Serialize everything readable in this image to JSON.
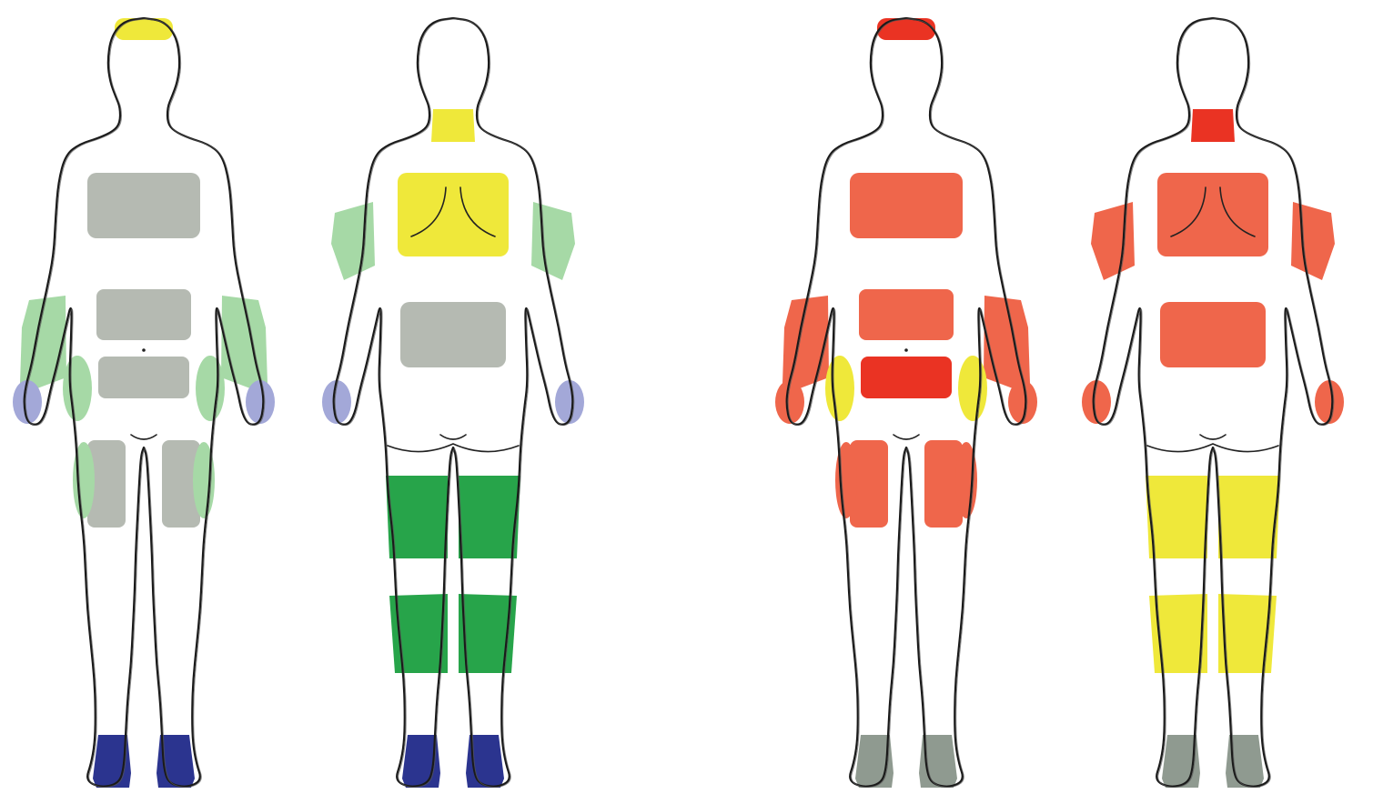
{
  "figures": [
    {
      "id": "fig-1",
      "view": "front",
      "palette": "green",
      "zones": {
        "forehead": "#efe83a",
        "chest": "#b5bab2",
        "upper-abdomen": "#b5bab2",
        "lower-abdomen": "#b5bab2",
        "forearm-left": "#a6d9a6",
        "forearm-right": "#a6d9a6",
        "hand-left": "#a3a8d8",
        "hand-right": "#a3a8d8",
        "hip-left": "#a6d9a6",
        "hip-right": "#a6d9a6",
        "thigh-front-left": "#b5bab2",
        "thigh-front-right": "#b5bab2",
        "thigh-outer-left": "#a6d9a6",
        "thigh-outer-right": "#a6d9a6",
        "foot-left": "#2b348f",
        "foot-right": "#2b348f"
      }
    },
    {
      "id": "fig-2",
      "view": "back",
      "palette": "green",
      "zones": {
        "neck": "#efe83a",
        "upper-back": "#efe83a",
        "lower-back": "#b5bab2",
        "upper-arm-left": "#a6d9a6",
        "upper-arm-right": "#a6d9a6",
        "hand-left": "#a3a8d8",
        "hand-right": "#a3a8d8",
        "thigh-back-left": "#27a44a",
        "thigh-back-right": "#27a44a",
        "calf-left": "#27a44a",
        "calf-right": "#27a44a",
        "foot-left": "#2b348f",
        "foot-right": "#2b348f"
      }
    },
    {
      "id": "fig-3",
      "view": "front",
      "palette": "red",
      "zones": {
        "forehead": "#ea3323",
        "chest": "#ef664b",
        "upper-abdomen": "#ef664b",
        "lower-abdomen": "#ea3323",
        "forearm-left": "#ef664b",
        "forearm-right": "#ef664b",
        "hand-left": "#ef664b",
        "hand-right": "#ef664b",
        "hip-left": "#efe83a",
        "hip-right": "#efe83a",
        "thigh-front-left": "#ef664b",
        "thigh-front-right": "#ef664b",
        "thigh-outer-left": "#ef664b",
        "thigh-outer-right": "#ef664b",
        "foot-left": "#8f9a90",
        "foot-right": "#8f9a90"
      }
    },
    {
      "id": "fig-4",
      "view": "back",
      "palette": "red",
      "zones": {
        "neck": "#ea3323",
        "upper-back": "#ef664b",
        "lower-back": "#ef664b",
        "upper-arm-left": "#ef664b",
        "upper-arm-right": "#ef664b",
        "hand-left": "#ef664b",
        "hand-right": "#ef664b",
        "thigh-back-left": "#efe83a",
        "thigh-back-right": "#efe83a",
        "calf-left": "#efe83a",
        "calf-right": "#efe83a",
        "foot-left": "#8f9a90",
        "foot-right": "#8f9a90"
      }
    }
  ]
}
